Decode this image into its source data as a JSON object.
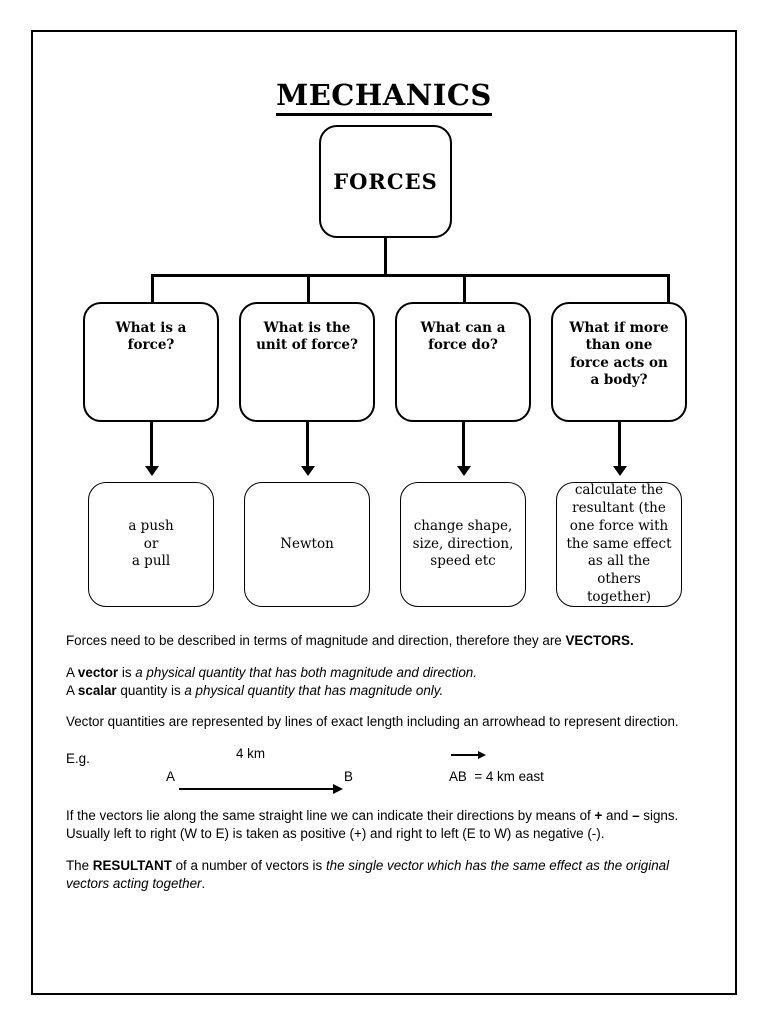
{
  "document": {
    "title": "MECHANICS"
  },
  "diagram": {
    "root": {
      "label": "FORCES"
    },
    "questions": [
      {
        "label": "What is a\nforce?"
      },
      {
        "label": "What is the\nunit of force?"
      },
      {
        "label": "What can a\nforce do?"
      },
      {
        "label": "What if more\nthan one\nforce acts on\na body?"
      }
    ],
    "answers": [
      {
        "label": "a push\nor\na pull"
      },
      {
        "label": "Newton"
      },
      {
        "label": "change shape,\nsize, direction,\nspeed etc"
      },
      {
        "label": "calculate the\nresultant (the\none force with\nthe same effect\nas all the others\ntogether)"
      }
    ]
  },
  "prose": {
    "p1_a": "Forces need to be described in terms of magnitude and direction, therefore they are ",
    "p1_bold": "VECTORS.",
    "p2_l1_a": "A ",
    "p2_l1_bold": "vector",
    "p2_l1_b": " is ",
    "p2_l1_italic": "a physical quantity that has both magnitude and direction.",
    "p2_l2_a": "A ",
    "p2_l2_bold": "scalar",
    "p2_l2_b": " quantity is ",
    "p2_l2_italic": "a physical quantity that has magnitude only.",
    "p3": "Vector quantities are represented by lines of exact length including an arrowhead to represent direction.",
    "p4_a": "If the vectors lie along the same straight line we can indicate their directions by means of ",
    "p4_plus": "+",
    "p4_b": " and ",
    "p4_minus": "–",
    "p4_c": " signs.  Usually left to right (W to E) is taken as positive (+) and right to left (E to W) as negative (-).",
    "p5_a": "The ",
    "p5_bold": "RESULTANT",
    "p5_b": " of a number of vectors is ",
    "p5_italic": "the single vector which has the same effect as the original vectors acting together",
    "p5_c": "."
  },
  "example": {
    "eg_label": "E.g.",
    "distance_label": "4 km",
    "point_a": "A",
    "point_b": "B",
    "ab_notation": "AB",
    "ab_value": "  = 4 km east"
  }
}
